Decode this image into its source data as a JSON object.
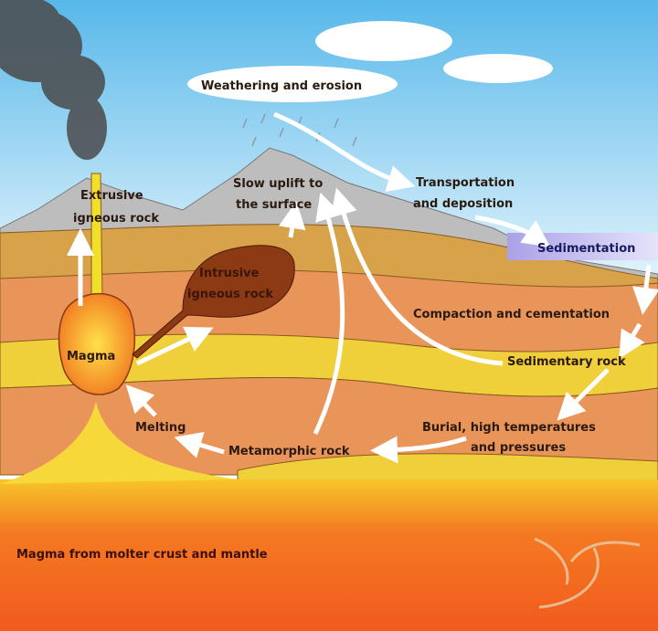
{
  "title": "Rock cycle",
  "labels": {
    "weathering": "Weathering and erosion",
    "extrusive_1": "Extrusive",
    "extrusive_2": "igneous rock",
    "uplift_1": "Slow uplift to",
    "uplift_2": "the surface",
    "transport_1": "Transportation",
    "transport_2": "and deposition",
    "sedimentation": "Sedimentation",
    "intrusive_1": "Intrusive",
    "intrusive_2": "igneous rock",
    "compaction": "Compaction and cementation",
    "magma": "Magma",
    "sedimentary": "Sedimentary rock",
    "burial_1": "Burial, high temperatures",
    "burial_2": "and pressures",
    "melting": "Melting",
    "metamorphic": "Metamorphic rock",
    "mantle": "Magma from molter crust and mantle"
  },
  "colors": {
    "sky": "#8fd0f0",
    "mountain": "#b9b9b9",
    "ochre": "#d8a24a",
    "orange_layer": "#e9955a",
    "yellow_band": "#efcf3a",
    "magma": "#f08a1e",
    "intrusive": "#8b3a14",
    "sedimentation_box": "#cfc9ef"
  }
}
